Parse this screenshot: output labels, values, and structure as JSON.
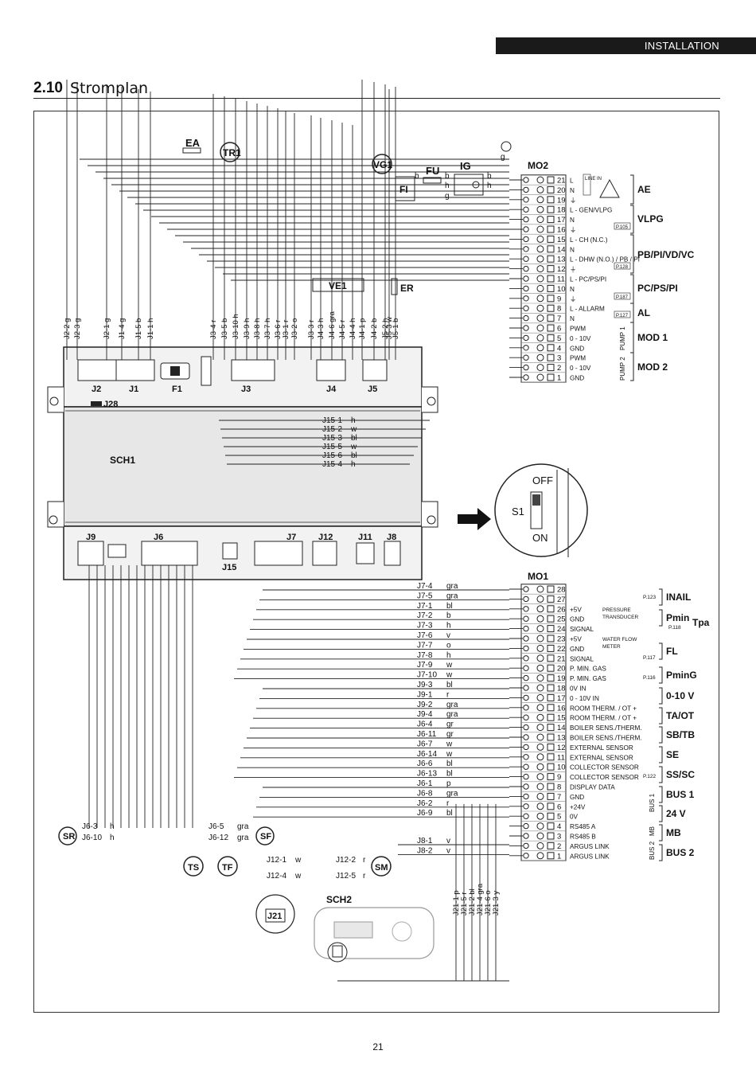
{
  "header": {
    "section_label": "INSTALLATION",
    "number": "2.10",
    "title": "Stromplan"
  },
  "page_number": "21",
  "components": {
    "ea": "EA",
    "tr1": "TR1",
    "vg1": "VG1",
    "fu": "FU",
    "fi": "FI",
    "ig": "IG",
    "ve1": "VE1",
    "er": "ER",
    "mo2": "MO2",
    "mo1": "MO1",
    "sch1": "SCH1",
    "sch2": "SCH2",
    "j21": "J21",
    "j28": "J28",
    "j15": "J15",
    "s1_label": "S1",
    "s1_off": "OFF",
    "s1_on": "ON"
  },
  "top_wire_labels": [
    {
      "name": "J2-2",
      "color": "g"
    },
    {
      "name": "J2-3",
      "color": "g"
    },
    {
      "name": "J2-1",
      "color": "g"
    },
    {
      "name": "J1-4",
      "color": "g"
    },
    {
      "name": "J1-5",
      "color": "b"
    },
    {
      "name": "J1-1",
      "color": "h"
    },
    {
      "name": "J3-4",
      "color": "r"
    },
    {
      "name": "J3-5",
      "color": "b"
    },
    {
      "name": "J3-10",
      "color": "h"
    },
    {
      "name": "J3-9",
      "color": "h"
    },
    {
      "name": "J3-8",
      "color": "h"
    },
    {
      "name": "J3-7",
      "color": "h"
    },
    {
      "name": "J3-6",
      "color": "r"
    },
    {
      "name": "J3-1",
      "color": "r"
    },
    {
      "name": "J3-2",
      "color": "o"
    },
    {
      "name": "J3-3",
      "color": "r"
    },
    {
      "name": "J4-3",
      "color": "h"
    },
    {
      "name": "J4-6",
      "color": "gra"
    },
    {
      "name": "J4-5",
      "color": "r"
    },
    {
      "name": "J4-4",
      "color": "h"
    },
    {
      "name": "J4-1",
      "color": "p"
    },
    {
      "name": "J4-2",
      "color": "b"
    },
    {
      "name": "J5-2",
      "color": "h"
    },
    {
      "name": "J5-1",
      "color": "b"
    },
    {
      "name": "J5-3",
      "color": "w"
    }
  ],
  "connectors_top": [
    "J2",
    "J1",
    "F1",
    "J3",
    "J4",
    "J5"
  ],
  "connectors_bottom": [
    "J9",
    "J6",
    "J7",
    "J12",
    "J11",
    "J8"
  ],
  "j15_wires": [
    {
      "name": "J15-1",
      "color": "h"
    },
    {
      "name": "J15-2",
      "color": "w"
    },
    {
      "name": "J15-3",
      "color": "bl"
    },
    {
      "name": "J15-5",
      "color": "w"
    },
    {
      "name": "J15-6",
      "color": "bl"
    },
    {
      "name": "J15-4",
      "color": "h"
    }
  ],
  "mo2_terminals": [
    {
      "n": "21",
      "label": "L"
    },
    {
      "n": "20",
      "label": "N"
    },
    {
      "n": "19",
      "label": "⏚"
    },
    {
      "n": "18",
      "label": "L - GEN/VLPG"
    },
    {
      "n": "17",
      "label": "N"
    },
    {
      "n": "16",
      "label": "⏚"
    },
    {
      "n": "15",
      "label": "L - CH (N.C.)"
    },
    {
      "n": "14",
      "label": "N"
    },
    {
      "n": "13",
      "label": "L - DHW (N.O.) / PB / PI"
    },
    {
      "n": "12",
      "label": "⏚"
    },
    {
      "n": "11",
      "label": "L - PC/PS/PI"
    },
    {
      "n": "10",
      "label": "N"
    },
    {
      "n": "9",
      "label": "⏚"
    },
    {
      "n": "8",
      "label": "L - ALLARM"
    },
    {
      "n": "7",
      "label": "N"
    },
    {
      "n": "6",
      "label": "PWM"
    },
    {
      "n": "5",
      "label": "0 - 10V"
    },
    {
      "n": "4",
      "label": "GND"
    },
    {
      "n": "3",
      "label": "PWM"
    },
    {
      "n": "2",
      "label": "0 - 10V"
    },
    {
      "n": "1",
      "label": "GND"
    }
  ],
  "mo2_tags": [
    "LINE IN",
    "P.105",
    "P.128",
    "P.187",
    "P.127",
    "PUMP 1",
    "PUMP 2"
  ],
  "mo2_groups": [
    "AE",
    "VLPG",
    "PB/PI/VD/VC",
    "PC/PS/PI",
    "AL",
    "MOD 1",
    "MOD 2"
  ],
  "mo1_wires": [
    {
      "name": "J7-4",
      "color": "gra"
    },
    {
      "name": "J7-5",
      "color": "gra"
    },
    {
      "name": "J7-1",
      "color": "bl"
    },
    {
      "name": "J7-2",
      "color": "b"
    },
    {
      "name": "J7-3",
      "color": "h"
    },
    {
      "name": "J7-6",
      "color": "v"
    },
    {
      "name": "J7-7",
      "color": "o"
    },
    {
      "name": "J7-8",
      "color": "h"
    },
    {
      "name": "J7-9",
      "color": "w"
    },
    {
      "name": "J7-10",
      "color": "w"
    },
    {
      "name": "J9-3",
      "color": "bl"
    },
    {
      "name": "J9-1",
      "color": "r"
    },
    {
      "name": "J9-2",
      "color": "gra"
    },
    {
      "name": "J9-4",
      "color": "gra"
    },
    {
      "name": "J6-4",
      "color": "gr"
    },
    {
      "name": "J6-11",
      "color": "gr"
    },
    {
      "name": "J6-7",
      "color": "w"
    },
    {
      "name": "J6-14",
      "color": "w"
    },
    {
      "name": "J6-6",
      "color": "bl"
    },
    {
      "name": "J6-13",
      "color": "bl"
    },
    {
      "name": "J6-1",
      "color": "p"
    },
    {
      "name": "J6-8",
      "color": "gra"
    },
    {
      "name": "J6-2",
      "color": "r"
    },
    {
      "name": "J6-9",
      "color": "bl"
    }
  ],
  "mo1_bottom_wires": [
    {
      "name": "J8-1",
      "color": "v"
    },
    {
      "name": "J8-2",
      "color": "v"
    }
  ],
  "mo1_terminals": [
    {
      "n": "28",
      "label": ""
    },
    {
      "n": "27",
      "label": ""
    },
    {
      "n": "26",
      "label": "+5V"
    },
    {
      "n": "25",
      "label": "GND"
    },
    {
      "n": "24",
      "label": "SIGNAL"
    },
    {
      "n": "23",
      "label": "+5V"
    },
    {
      "n": "22",
      "label": "GND"
    },
    {
      "n": "21",
      "label": "SIGNAL"
    },
    {
      "n": "20",
      "label": "P. MIN. GAS"
    },
    {
      "n": "19",
      "label": "P. MIN. GAS"
    },
    {
      "n": "18",
      "label": "0V IN"
    },
    {
      "n": "17",
      "label": "0 - 10V IN"
    },
    {
      "n": "16",
      "label": "ROOM THERM. / OT +"
    },
    {
      "n": "15",
      "label": "ROOM THERM. / OT +"
    },
    {
      "n": "14",
      "label": "BOILER SENS./THERM."
    },
    {
      "n": "13",
      "label": "BOILER SENS./THERM."
    },
    {
      "n": "12",
      "label": "EXTERNAL SENSOR"
    },
    {
      "n": "11",
      "label": "EXTERNAL SENSOR"
    },
    {
      "n": "10",
      "label": "COLLECTOR SENSOR"
    },
    {
      "n": "9",
      "label": "COLLECTOR SENSOR"
    },
    {
      "n": "8",
      "label": "DISPLAY DATA"
    },
    {
      "n": "7",
      "label": "GND"
    },
    {
      "n": "6",
      "label": "+24V"
    },
    {
      "n": "5",
      "label": "0V"
    },
    {
      "n": "4",
      "label": "RS485 A"
    },
    {
      "n": "3",
      "label": "RS485 B"
    },
    {
      "n": "2",
      "label": "ARGUS LINK"
    },
    {
      "n": "1",
      "label": "ARGUS LINK"
    }
  ],
  "mo1_tags": [
    "P.123",
    "PRESSURE",
    "TRANSDUCER",
    "P.118",
    "WATER FLOW",
    "METER",
    "P.117",
    "P.116",
    "P.122",
    "BUS 1",
    "MB",
    "BUS 2"
  ],
  "mo1_groups": [
    "INAIL",
    "Pmin",
    "Tpa",
    "FL",
    "PminG",
    "0-10 V",
    "TA/OT",
    "SB/TB",
    "SE",
    "SS/SC",
    "BUS 1",
    "24 V",
    "MB",
    "BUS 2"
  ],
  "sensors": {
    "sr": "SR",
    "sf": "SF",
    "ts": "TS",
    "tf": "TF",
    "sm": "SM",
    "sr_w1": "J6-3",
    "sr_c1": "h",
    "sr_w2": "J6-10",
    "sr_c2": "h",
    "sf_w1": "J6-5",
    "sf_c1": "gra",
    "sf_w2": "J6-12",
    "sf_c2": "gra",
    "tf_w1": "J12-1",
    "tf_c1": "w",
    "tf_w2": "J12-4",
    "tf_c2": "w",
    "sm_w1": "J12-2",
    "sm_c1": "r",
    "sm_w2": "J12-5",
    "sm_c2": "r"
  },
  "sch2_wires": [
    {
      "name": "J21-1",
      "color": "p"
    },
    {
      "name": "J21-5",
      "color": "r"
    },
    {
      "name": "J21-2",
      "color": "bl"
    },
    {
      "name": "J21-4",
      "color": "gra"
    },
    {
      "name": "J21-6",
      "color": "o"
    },
    {
      "name": "J21-3",
      "color": "y"
    }
  ],
  "misc": {
    "ground_g": "g",
    "fu_b1": "b",
    "fu_b2": "b",
    "fi_h": "h",
    "ig_g": "g",
    "mo2_b": "b",
    "mo2_h": "h"
  }
}
